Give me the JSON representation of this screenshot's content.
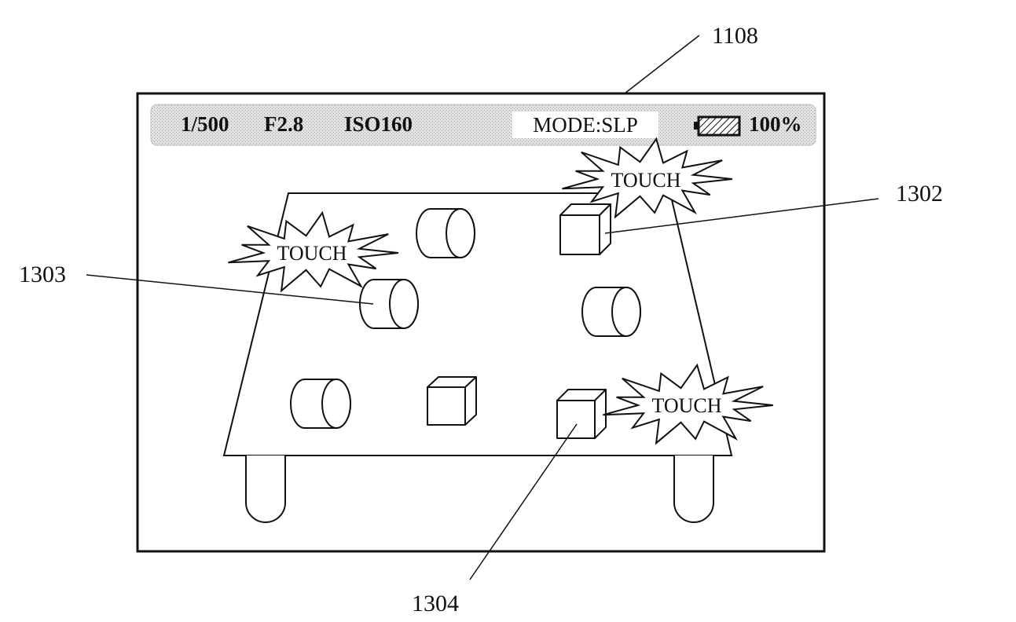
{
  "references": {
    "screen": "1108",
    "cube_top": "1302",
    "cylinder_left": "1303",
    "cube_bottom": "1304"
  },
  "status_bar": {
    "shutter": "1/500",
    "aperture": "F2.8",
    "iso": "ISO160",
    "mode": "MODE:SLP",
    "battery": "100%"
  },
  "touch_labels": [
    "TOUCH",
    "TOUCH",
    "TOUCH"
  ]
}
